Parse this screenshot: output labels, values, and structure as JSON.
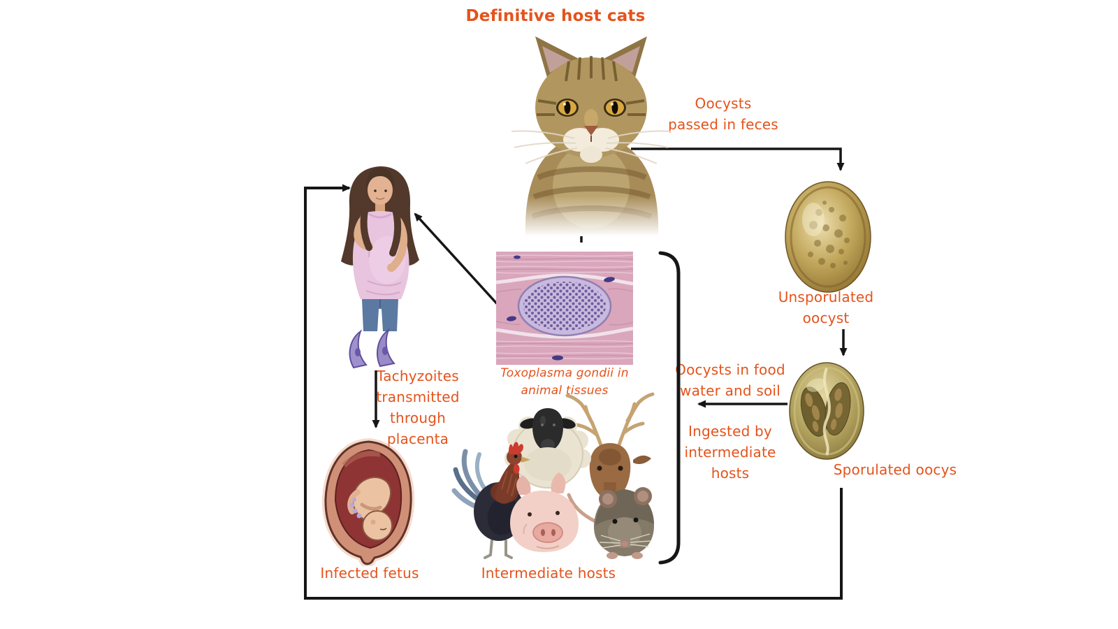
{
  "labels": {
    "title": "Definitive host cats",
    "oocysts_passed": "Oocysts\npassed in feces",
    "unsporulated": "Unsporulated\noocyst",
    "sporulated": "Sporulated oocys",
    "oocysts_food": "Oocysts in food\nwater and soil",
    "ingested": "Ingested by\nintermediate\nhosts",
    "tissue_caption": "Toxoplasma gondii in\nanimal tissues",
    "tachyzoites": "Tachyzoites\ntransmitted\nthrough\nplacenta",
    "infected_fetus": "Infected fetus",
    "intermediate_hosts": "Intermediate hosts"
  },
  "figures": {
    "cat": "definitive-host-cat",
    "pregnant_woman": "pregnant-woman",
    "tachyzoites": "tachyzoites",
    "tissue": "toxoplasma-cyst-in-muscle-tissue",
    "animals": "intermediate-hosts: rooster, sheep, deer, pig, rat",
    "fetus": "infected-fetus-in-womb",
    "unsporulated_oocyst": "unsporulated-oocyst",
    "sporulated_oocyst": "sporulated-oocyst"
  },
  "colors": {
    "accent": "#e4531c",
    "arrow": "#161616",
    "background": "#ffffff"
  }
}
